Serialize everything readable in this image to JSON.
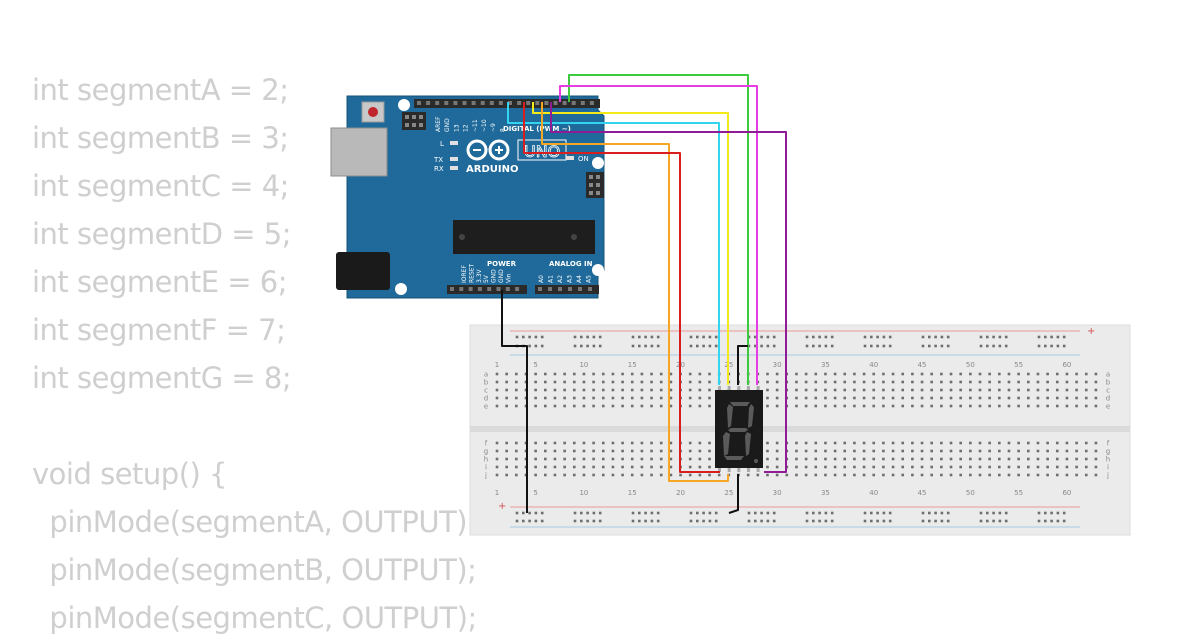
{
  "code_lines": [
    "int segmentA = 2;",
    "int segmentB = 3;",
    "int segmentC = 4;",
    "int segmentD = 5;",
    "int segmentE = 6;",
    "int segmentF = 7;",
    "int segmentG = 8;",
    "",
    "void setup() {",
    "  pinMode(segmentA, OUTPUT);",
    "  pinMode(segmentB, OUTPUT);",
    "  pinMode(segmentC, OUTPUT);"
  ],
  "arduino": {
    "brand": "ARDUINO",
    "model": "UNO",
    "digital_label": "DIGITAL (PWM ~)",
    "power_label": "POWER",
    "analog_label": "ANALOG IN",
    "on_label": "ON",
    "led_l": "L",
    "led_tx": "TX",
    "led_rx": "RX",
    "power_pins": [
      "IOREF",
      "RESET",
      "3.3V",
      "5V",
      "GND",
      "GND",
      "Vin"
    ],
    "analog_pins": [
      "A0",
      "A1",
      "A2",
      "A3",
      "A4",
      "A5"
    ],
    "digital_pins_left": [
      "AREF",
      "GND",
      "13",
      "12",
      "~11",
      "~10",
      "~9",
      "8"
    ]
  },
  "breadboard": {
    "column_numbers": [
      "1",
      "5",
      "10",
      "15",
      "20",
      "25",
      "30",
      "35",
      "40",
      "45",
      "50",
      "55",
      "60"
    ],
    "rows_top": [
      "a",
      "b",
      "c",
      "d",
      "e"
    ],
    "rows_bottom": [
      "f",
      "g",
      "h",
      "i",
      "j"
    ],
    "rail_plus": "+",
    "rail_minus": "-"
  },
  "wire_colors": {
    "red": "#d81e1e",
    "orange": "#f5a623",
    "yellow": "#f4e919",
    "cyan": "#32d4f0",
    "green": "#3ec93e",
    "magenta": "#e63ce6",
    "purple": "#8f1c96",
    "black": "#111111"
  },
  "board_color": "#1f6a9a"
}
